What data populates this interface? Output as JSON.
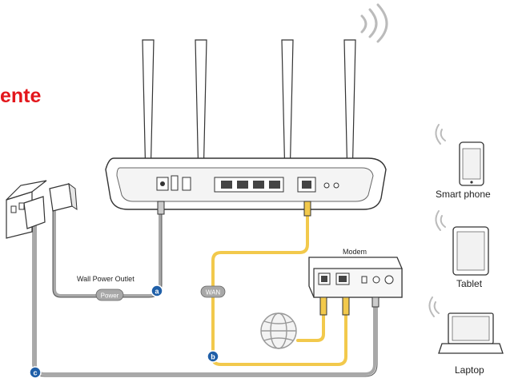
{
  "heading_fragment": "ente",
  "devices": {
    "smartphone": "Smart phone",
    "tablet": "Tablet",
    "laptop": "Laptop"
  },
  "modem_label": "Modem",
  "outlet_label": "Wall Power Outlet",
  "cable_tags": {
    "power": "Power",
    "wan": "WAN"
  },
  "markers": {
    "a": "a",
    "b": "b",
    "c": "c"
  },
  "colors": {
    "heading": "#e3161b",
    "lan_cable": "#f2c94c",
    "power_cable": "#a8a8a8",
    "marker": "#1f5fa8",
    "line": "#333333"
  },
  "icons": [
    "wifi-signal-icon",
    "globe-icon",
    "smartphone-icon",
    "tablet-icon",
    "laptop-icon"
  ]
}
